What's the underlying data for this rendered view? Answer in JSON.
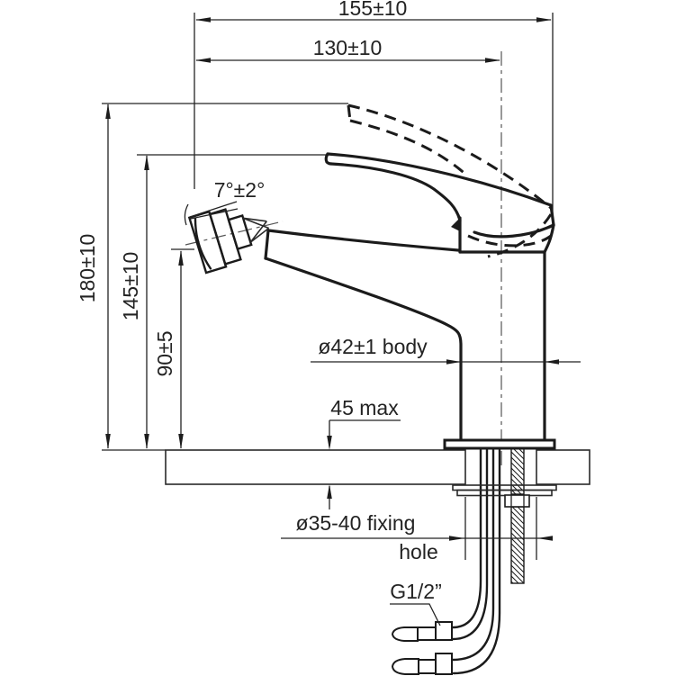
{
  "drawing": {
    "type": "technical-dimension-drawing",
    "subject": "single-lever bidet mixer faucet, side view with deck section",
    "colors": {
      "line": "#1b1b1b",
      "background": "#ffffff",
      "text": "#232323"
    },
    "labels": {
      "width_overall": "155±10",
      "width_to_center": "130±10",
      "height_overall": "180±10",
      "height_to_handle": "145±10",
      "height_to_aerator": "90±5",
      "aerator_angle": "7°±2°",
      "body_diameter": "ø42±1 body",
      "deck_max_thickness": "45 max",
      "fixing_hole_line1": "ø35-40 fixing",
      "fixing_hole_line2": "hole",
      "thread": "G1/2”"
    }
  }
}
